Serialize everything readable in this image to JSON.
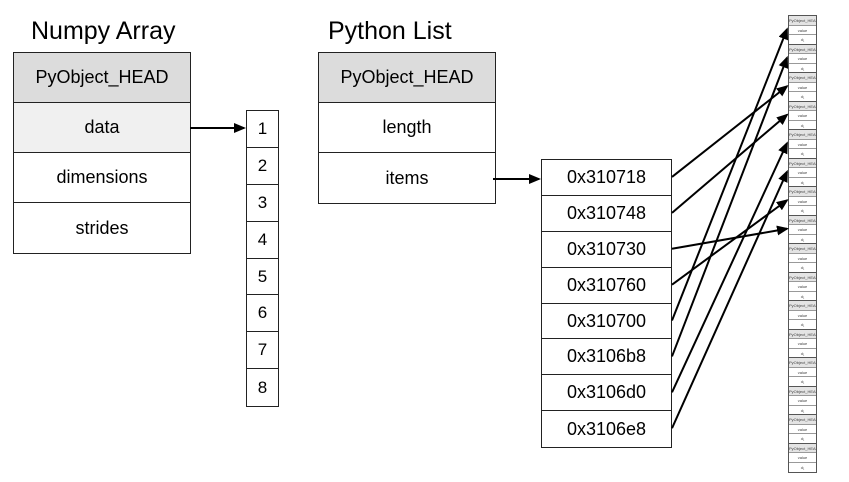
{
  "numpy": {
    "title": "Numpy Array",
    "fields": [
      {
        "label": "PyObject_HEAD",
        "style": "head"
      },
      {
        "label": "data",
        "style": "highlight"
      },
      {
        "label": "dimensions",
        "style": "plain"
      },
      {
        "label": "strides",
        "style": "plain"
      }
    ],
    "values": [
      "1",
      "2",
      "3",
      "4",
      "5",
      "6",
      "7",
      "8"
    ]
  },
  "pylist": {
    "title": "Python List",
    "fields": [
      {
        "label": "PyObject_HEAD",
        "style": "head"
      },
      {
        "label": "length",
        "style": "plain"
      },
      {
        "label": "items",
        "style": "plain"
      }
    ],
    "pointers": [
      "0x310718",
      "0x310748",
      "0x310730",
      "0x310760",
      "0x310700",
      "0x3106b8",
      "0x3106d0",
      "0x3106e8"
    ]
  },
  "objects": {
    "count": 16,
    "rows": [
      "PyObject_HEAD",
      "value",
      "d₁"
    ]
  },
  "links": {
    "pointer_to_object": [
      2,
      3,
      7,
      6,
      0,
      1,
      4,
      5
    ]
  },
  "colors": {
    "line": "#000000",
    "border": "#222222",
    "head_fill": "#dcdcdc",
    "highlight_fill": "#f0f0f0"
  }
}
